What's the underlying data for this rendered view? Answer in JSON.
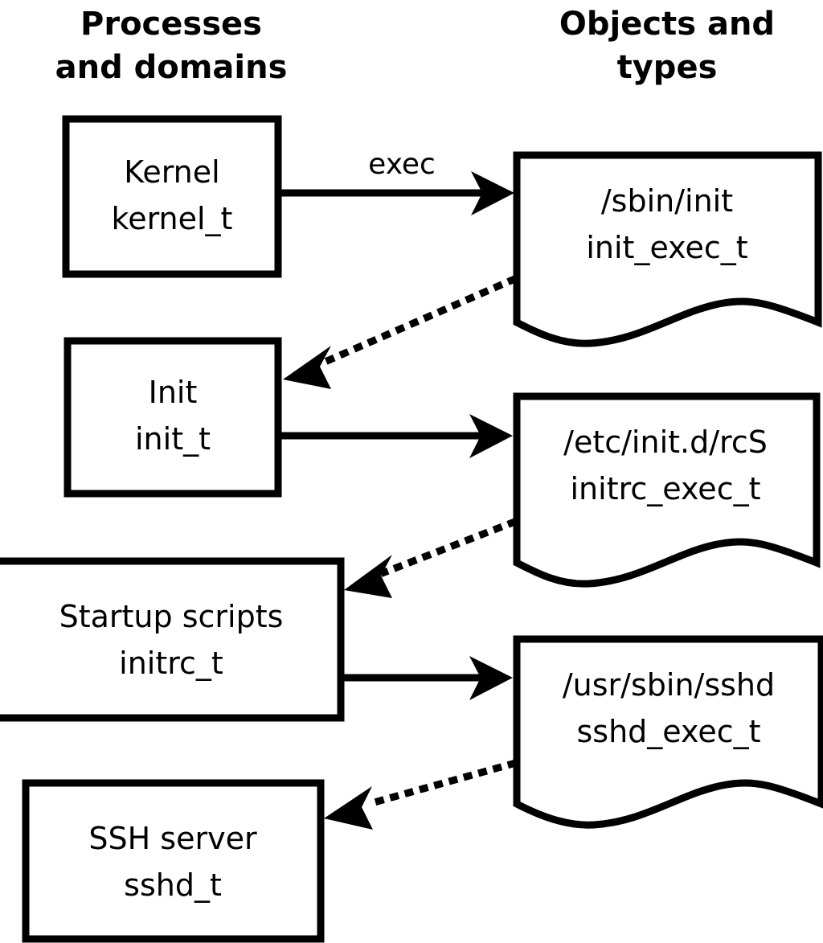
{
  "diagram": {
    "title_left": "Processes\nand domains",
    "title_right": "Objects and\ntypes",
    "headers": {
      "left_line1": "Processes",
      "left_line2": "and domains",
      "right_line1": "Objects and",
      "right_line2": "types"
    },
    "colors": {
      "stroke": "#000000",
      "fill": "#ffffff",
      "background": "#ffffff"
    },
    "process_nodes": [
      {
        "id": "kernel",
        "line1": "Kernel",
        "line2": "kernel_t"
      },
      {
        "id": "init",
        "line1": "Init",
        "line2": "init_t"
      },
      {
        "id": "initrc",
        "line1": "Startup scripts",
        "line2": "initrc_t"
      },
      {
        "id": "sshd",
        "line1": "SSH server",
        "line2": "sshd_t"
      }
    ],
    "object_nodes": [
      {
        "id": "init_exec",
        "line1": "/sbin/init",
        "line2": "init_exec_t"
      },
      {
        "id": "initrc_exec",
        "line1": "/etc/init.d/rcS",
        "line2": "initrc_exec_t"
      },
      {
        "id": "sshd_exec",
        "line1": "/usr/sbin/sshd",
        "line2": "sshd_exec_t"
      }
    ],
    "edges": [
      {
        "id": "kernel-to-init_exec",
        "from": "kernel",
        "to": "init_exec",
        "style": "solid",
        "label": "exec"
      },
      {
        "id": "init_exec-to-init",
        "from": "init_exec",
        "to": "init",
        "style": "dotted",
        "label": ""
      },
      {
        "id": "init-to-initrc_exec",
        "from": "init",
        "to": "initrc_exec",
        "style": "solid",
        "label": ""
      },
      {
        "id": "initrc_exec-to-initrc",
        "from": "initrc_exec",
        "to": "initrc",
        "style": "dotted",
        "label": ""
      },
      {
        "id": "initrc-to-sshd_exec",
        "from": "initrc",
        "to": "sshd_exec",
        "style": "solid",
        "label": ""
      },
      {
        "id": "sshd_exec-to-sshd",
        "from": "sshd_exec",
        "to": "sshd",
        "style": "dotted",
        "label": ""
      }
    ]
  }
}
